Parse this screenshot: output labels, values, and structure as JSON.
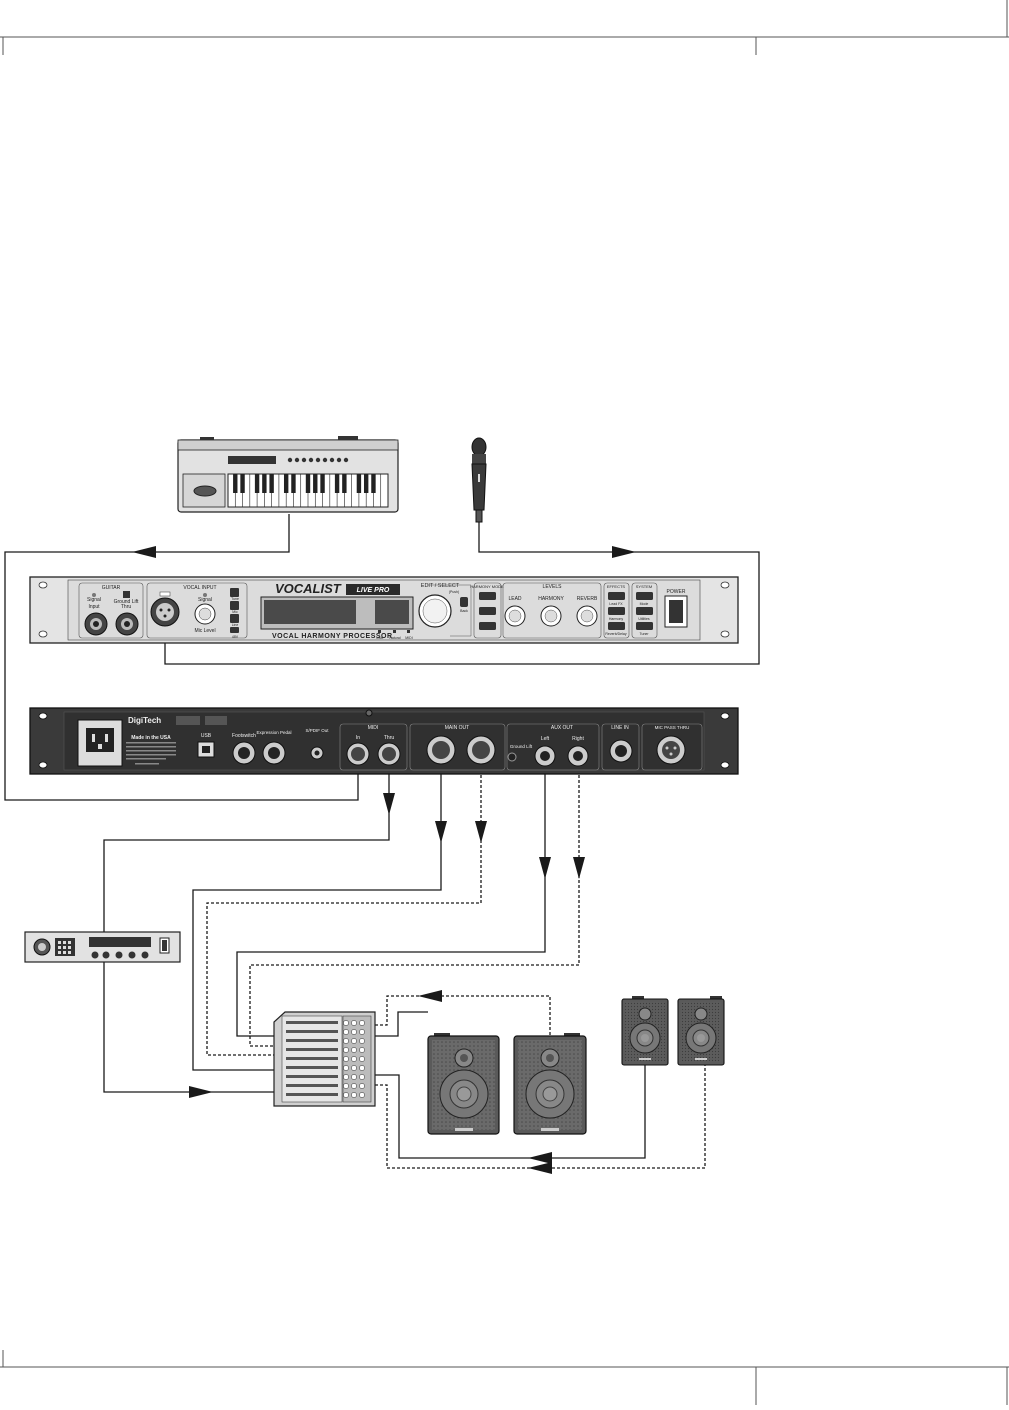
{
  "front_panel": {
    "brand": "VOCALIST",
    "model": "LIVE PRO",
    "subtitle": "VOCAL HARMONY PROCESSOR",
    "sections": {
      "guitar": "GUITAR",
      "vocal_input": "VOCAL INPUT",
      "edit_select": "EDIT / SELECT",
      "harmony_mode": "HARMONY MODE",
      "levels": "LEVELS",
      "effects": "EFFECTS",
      "system": "SYSTEM",
      "power": "POWER"
    },
    "guitar_labels": [
      "Signal",
      "Ground Lift",
      "Input",
      "Thru"
    ],
    "vocal_labels": [
      "Signal",
      "Mic Level"
    ],
    "vocal_side_buttons": [
      "Tune",
      "Mic",
      "Line",
      "48V"
    ],
    "edit_labels": [
      "(Push)",
      "Back"
    ],
    "led_labels": [
      "User",
      "Natural",
      "MIDI"
    ],
    "harmony_buttons": [
      "",
      "",
      ""
    ],
    "levels_knobs": [
      "LEAD",
      "HARMONY",
      "REVERB"
    ],
    "effects_buttons": [
      "Lead FX",
      "Harmony",
      "Reverb/Delay"
    ],
    "system_buttons": [
      "Mode",
      "Utilities",
      "Tuner"
    ]
  },
  "rear_panel": {
    "brand": "DigiTech",
    "made_in": "Made in the USA",
    "sections": {
      "usb": "USB",
      "footswitch": "Footswitch",
      "expression": "Expression Pedal",
      "spdif": "S/PDIF Out",
      "midi": "MIDI",
      "main_out": "MAIN OUT",
      "aux_out": "AUX OUT",
      "line_in": "LINE IN",
      "mic_pass_thru": "MIC PASS THRU"
    },
    "midi_jacks": [
      "In",
      "Thru"
    ],
    "aux_jacks": [
      "Left",
      "Right"
    ],
    "ground_lift": "Ground Lift"
  },
  "palette": {
    "line": "#1a1a1a",
    "panel_light": "#e4e4e4",
    "panel_dark": "#3a3a3a",
    "speaker_body": "#5a5a5a",
    "display": "#4a4a4a"
  }
}
